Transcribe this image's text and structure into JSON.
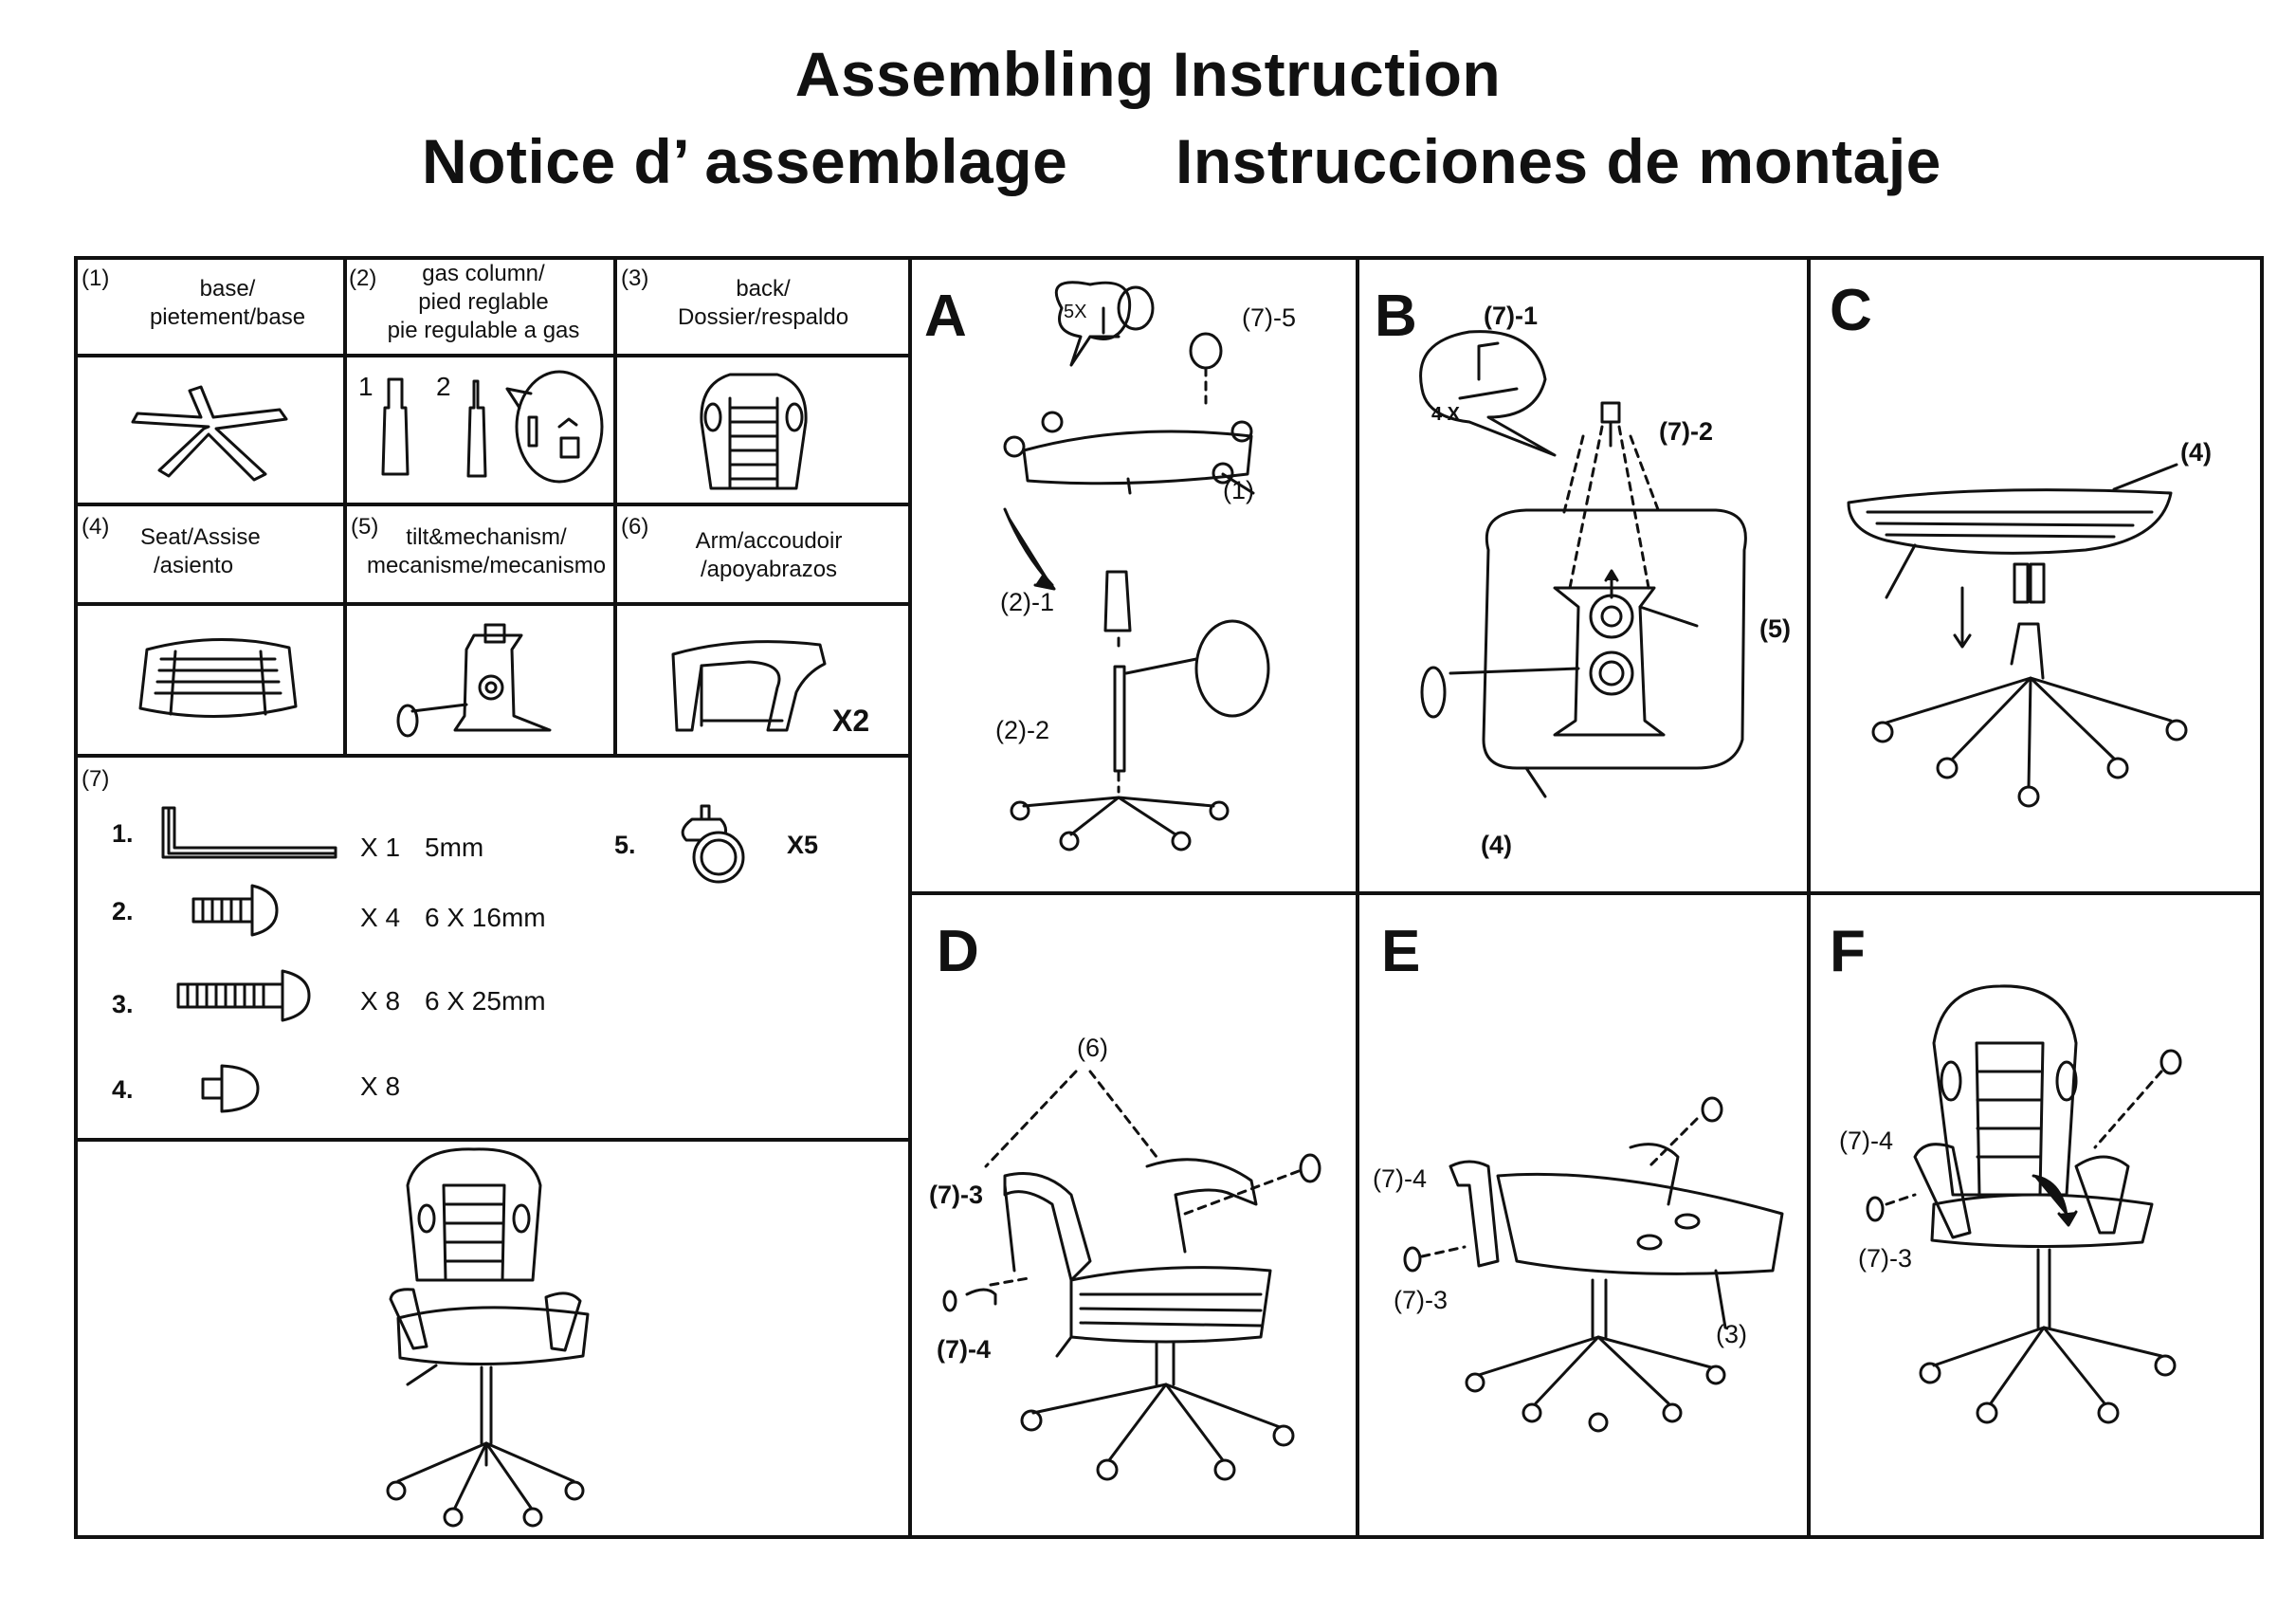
{
  "title": {
    "en": "Assembling Instruction",
    "fr": "Notice d’ assemblage",
    "es": "Instrucciones de montaje"
  },
  "parts": [
    {
      "num": "(1)",
      "label_l1": "base/",
      "label_l2": "pietement/base",
      "label_l3": ""
    },
    {
      "num": "(2)",
      "label_l1": "gas column/",
      "label_l2": "pied reglable",
      "label_l3": "pie regulable a gas",
      "sub1": "1",
      "sub2": "2"
    },
    {
      "num": "(3)",
      "label_l1": "back/",
      "label_l2": "Dossier/respaldo",
      "label_l3": ""
    },
    {
      "num": "(4)",
      "label_l1": "Seat/Assise",
      "label_l2": "/asiento",
      "label_l3": ""
    },
    {
      "num": "(5)",
      "label_l1": "tilt&mechanism/",
      "label_l2": "mecanisme/mecanismo",
      "label_l3": ""
    },
    {
      "num": "(6)",
      "label_l1": "Arm/accoudoir",
      "label_l2": "/apoyabrazos",
      "label_l3": "",
      "qty": "X2"
    }
  ],
  "hardware": {
    "num": "(7)",
    "items": [
      {
        "n": "1.",
        "qty": "X 1",
        "size": "5mm"
      },
      {
        "n": "2.",
        "qty": "X 4",
        "size": "6 X 16mm"
      },
      {
        "n": "3.",
        "qty": "X 8",
        "size": "6 X 25mm"
      },
      {
        "n": "4.",
        "qty": "X 8",
        "size": ""
      },
      {
        "n": "5.",
        "qty": "X5",
        "size": ""
      }
    ]
  },
  "steps": {
    "A": {
      "letter": "A",
      "qty": "5X",
      "c1": "(7)-5",
      "c2": "(1)",
      "c3": "(2)-1",
      "c4": "(2)-2"
    },
    "B": {
      "letter": "B",
      "c1": "(7)-1",
      "c2": "(7)-2",
      "c3": "(5)",
      "c4": "(4)",
      "qty": "4 X"
    },
    "C": {
      "letter": "C",
      "c1": "(4)"
    },
    "D": {
      "letter": "D",
      "c1": "(6)",
      "c2": "(7)-3",
      "c3": "(7)-4"
    },
    "E": {
      "letter": "E",
      "c1": "(7)-4",
      "c2": "(7)-3",
      "c3": "(3)"
    },
    "F": {
      "letter": "F",
      "c1": "(7)-4",
      "c2": "(7)-3"
    }
  }
}
